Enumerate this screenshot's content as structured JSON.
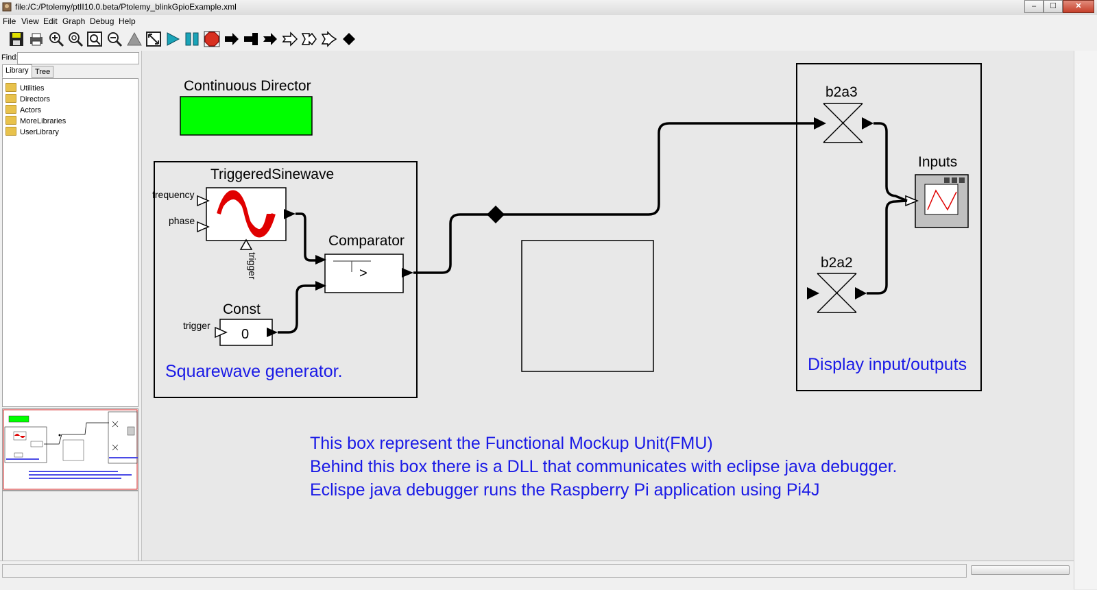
{
  "window": {
    "title": "file:/C:/Ptolemy/ptII10.0.beta/Ptolemy_blinkGpioExample.xml",
    "minimize": "‒",
    "maximize": "☐",
    "close": "✕"
  },
  "menu": [
    "File",
    "View",
    "Edit",
    "Graph",
    "Debug",
    "Help"
  ],
  "toolbar": {
    "icons": [
      "save-icon",
      "print-icon",
      "zoom-in-icon",
      "zoom-reset-icon",
      "zoom-fit-icon",
      "zoom-out-icon",
      "hierarchy-up-icon",
      "fullscreen-icon",
      "run-icon",
      "pause-icon",
      "stop-icon",
      "arrow-right-icon",
      "arrow-block-icon",
      "arrow-notch-icon",
      "arrow-hollow-icon",
      "arrow-hollow-notch-icon",
      "arrow-hollow-double-icon",
      "relation-diamond-icon"
    ]
  },
  "library": {
    "find_label": "Find:",
    "find_value": "",
    "tabs": [
      "Library",
      "Tree"
    ],
    "active_tab": "Library",
    "items": [
      "Utilities",
      "Directors",
      "Actors",
      "MoreLibraries",
      "UserLibrary"
    ]
  },
  "diagram": {
    "director": {
      "label": "Continuous Director",
      "color": "#00ff00"
    },
    "sinewave": {
      "label": "TriggeredSinewave",
      "port_frequency": "frequency",
      "port_phase": "phase",
      "port_trigger": "trigger"
    },
    "comparator": {
      "label": "Comparator",
      "symbol": ">"
    },
    "const": {
      "label": "Const",
      "value": "0",
      "port_trigger": "trigger"
    },
    "squarewave_note": "Squarewave generator.",
    "b2a3": {
      "label": "b2a3"
    },
    "b2a2": {
      "label": "b2a2"
    },
    "inputs": {
      "label": "Inputs"
    },
    "display_note": "Display input/outputs",
    "fmu_note": [
      "This box represent the Functional Mockup Unit(FMU)",
      "Behind this box there is a DLL that communicates with eclipse java debugger.",
      "Eclispe java debugger runs the Raspberry Pi application using Pi4J"
    ],
    "text_color": "#1a1ae6"
  }
}
